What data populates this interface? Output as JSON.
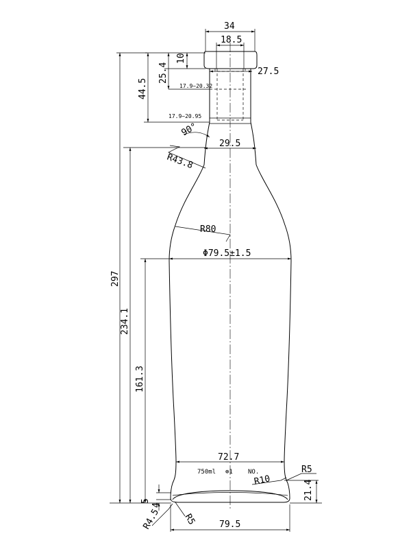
{
  "dimensions": {
    "top_width": "34",
    "bore": "18.5",
    "lip_height": "10",
    "neck_dia": "27.5",
    "collar_height": "25.4",
    "neck_height": "44.5",
    "thread_1": "17.9~20.32",
    "thread_2": "17.9~20.95",
    "angle": "90°",
    "shoulder_dia": "29.5",
    "r_shoulder": "R43.8",
    "r_body": "R80",
    "body_dia": "Φ79.5±1.5",
    "total_height": "297",
    "height_234": "234.1",
    "height_161": "161.3",
    "base_width": "72.7",
    "r_base_outer": "R5",
    "r_base_inner": "R10",
    "base_height": "21.4",
    "h_5": "5",
    "h_4": "4",
    "r_4_5": "R4.5",
    "r_5_bottom": "R5",
    "bottom_dia": "79.5"
  },
  "base_marking": {
    "volume": "750ml",
    "symbol": "⊕1",
    "number": "NO."
  }
}
